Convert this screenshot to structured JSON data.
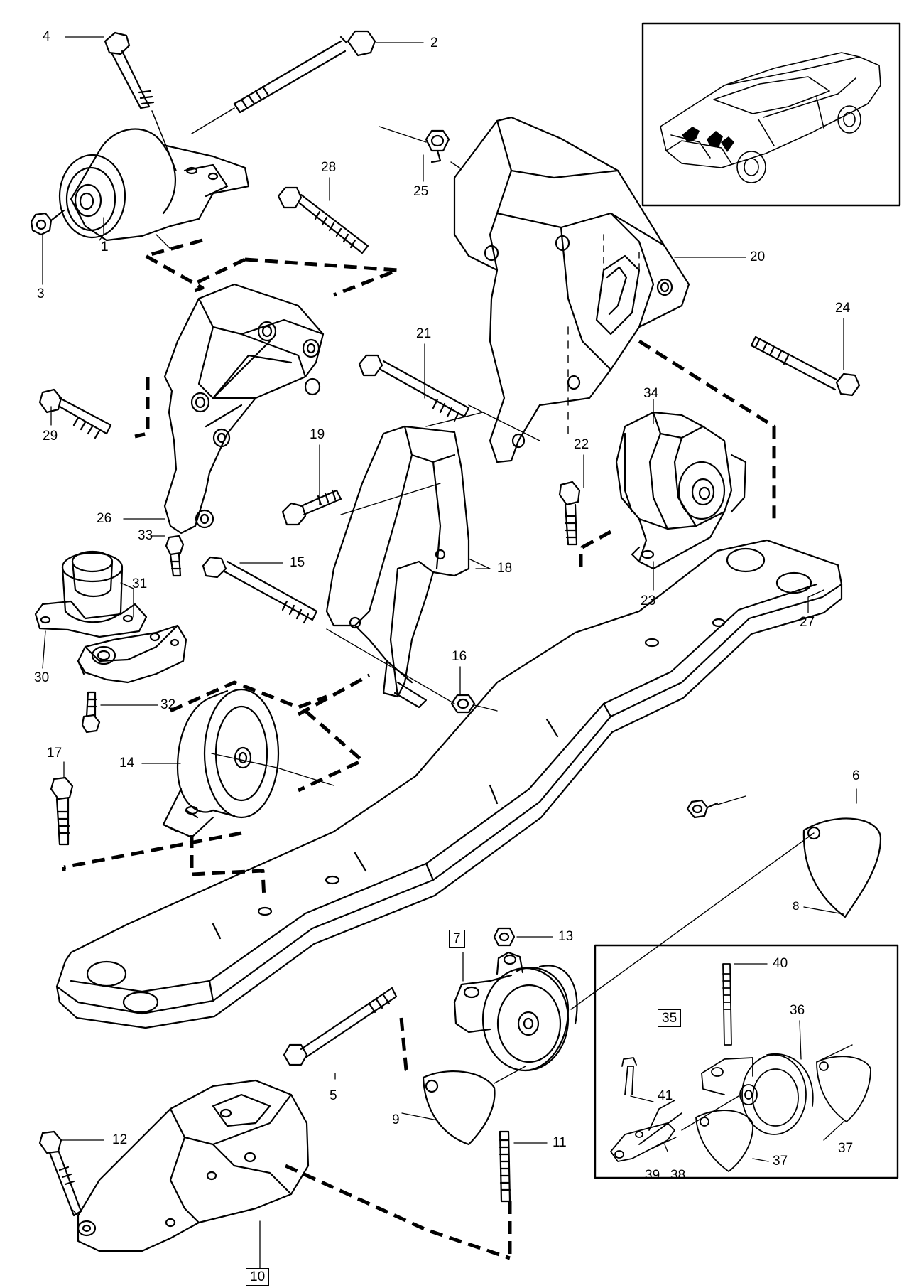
{
  "colors": {
    "ink": "#000000",
    "paper": "#ffffff"
  },
  "callouts": [
    {
      "id": "c1",
      "text": "1"
    },
    {
      "id": "c2",
      "text": "2"
    },
    {
      "id": "c3",
      "text": "3"
    },
    {
      "id": "c4",
      "text": "4"
    },
    {
      "id": "c5",
      "text": "5"
    },
    {
      "id": "c6",
      "text": "6"
    },
    {
      "id": "c7",
      "text": "7",
      "boxed": true
    },
    {
      "id": "c8",
      "text": "8"
    },
    {
      "id": "c9",
      "text": "9"
    },
    {
      "id": "c10",
      "text": "10",
      "boxed": true
    },
    {
      "id": "c11",
      "text": "11"
    },
    {
      "id": "c12",
      "text": "12"
    },
    {
      "id": "c13",
      "text": "13"
    },
    {
      "id": "c14",
      "text": "14"
    },
    {
      "id": "c15",
      "text": "15"
    },
    {
      "id": "c16",
      "text": "16"
    },
    {
      "id": "c17",
      "text": "17"
    },
    {
      "id": "c18",
      "text": "18"
    },
    {
      "id": "c19",
      "text": "19"
    },
    {
      "id": "c20",
      "text": "20"
    },
    {
      "id": "c21",
      "text": "21"
    },
    {
      "id": "c22",
      "text": "22"
    },
    {
      "id": "c23",
      "text": "23"
    },
    {
      "id": "c24",
      "text": "24"
    },
    {
      "id": "c25",
      "text": "25"
    },
    {
      "id": "c26",
      "text": "26"
    },
    {
      "id": "c27",
      "text": "27"
    },
    {
      "id": "c28",
      "text": "28"
    },
    {
      "id": "c29",
      "text": "29"
    },
    {
      "id": "c30",
      "text": "30"
    },
    {
      "id": "c31",
      "text": "31"
    },
    {
      "id": "c32",
      "text": "32"
    },
    {
      "id": "c33",
      "text": "33"
    },
    {
      "id": "c34",
      "text": "34"
    },
    {
      "id": "c35",
      "text": "35",
      "boxed": true
    },
    {
      "id": "c36",
      "text": "36"
    },
    {
      "id": "c37a",
      "text": "37"
    },
    {
      "id": "c37b",
      "text": "37"
    },
    {
      "id": "c38",
      "text": "38"
    },
    {
      "id": "c39",
      "text": "39"
    },
    {
      "id": "c40",
      "text": "40"
    },
    {
      "id": "c41",
      "text": "41"
    }
  ]
}
